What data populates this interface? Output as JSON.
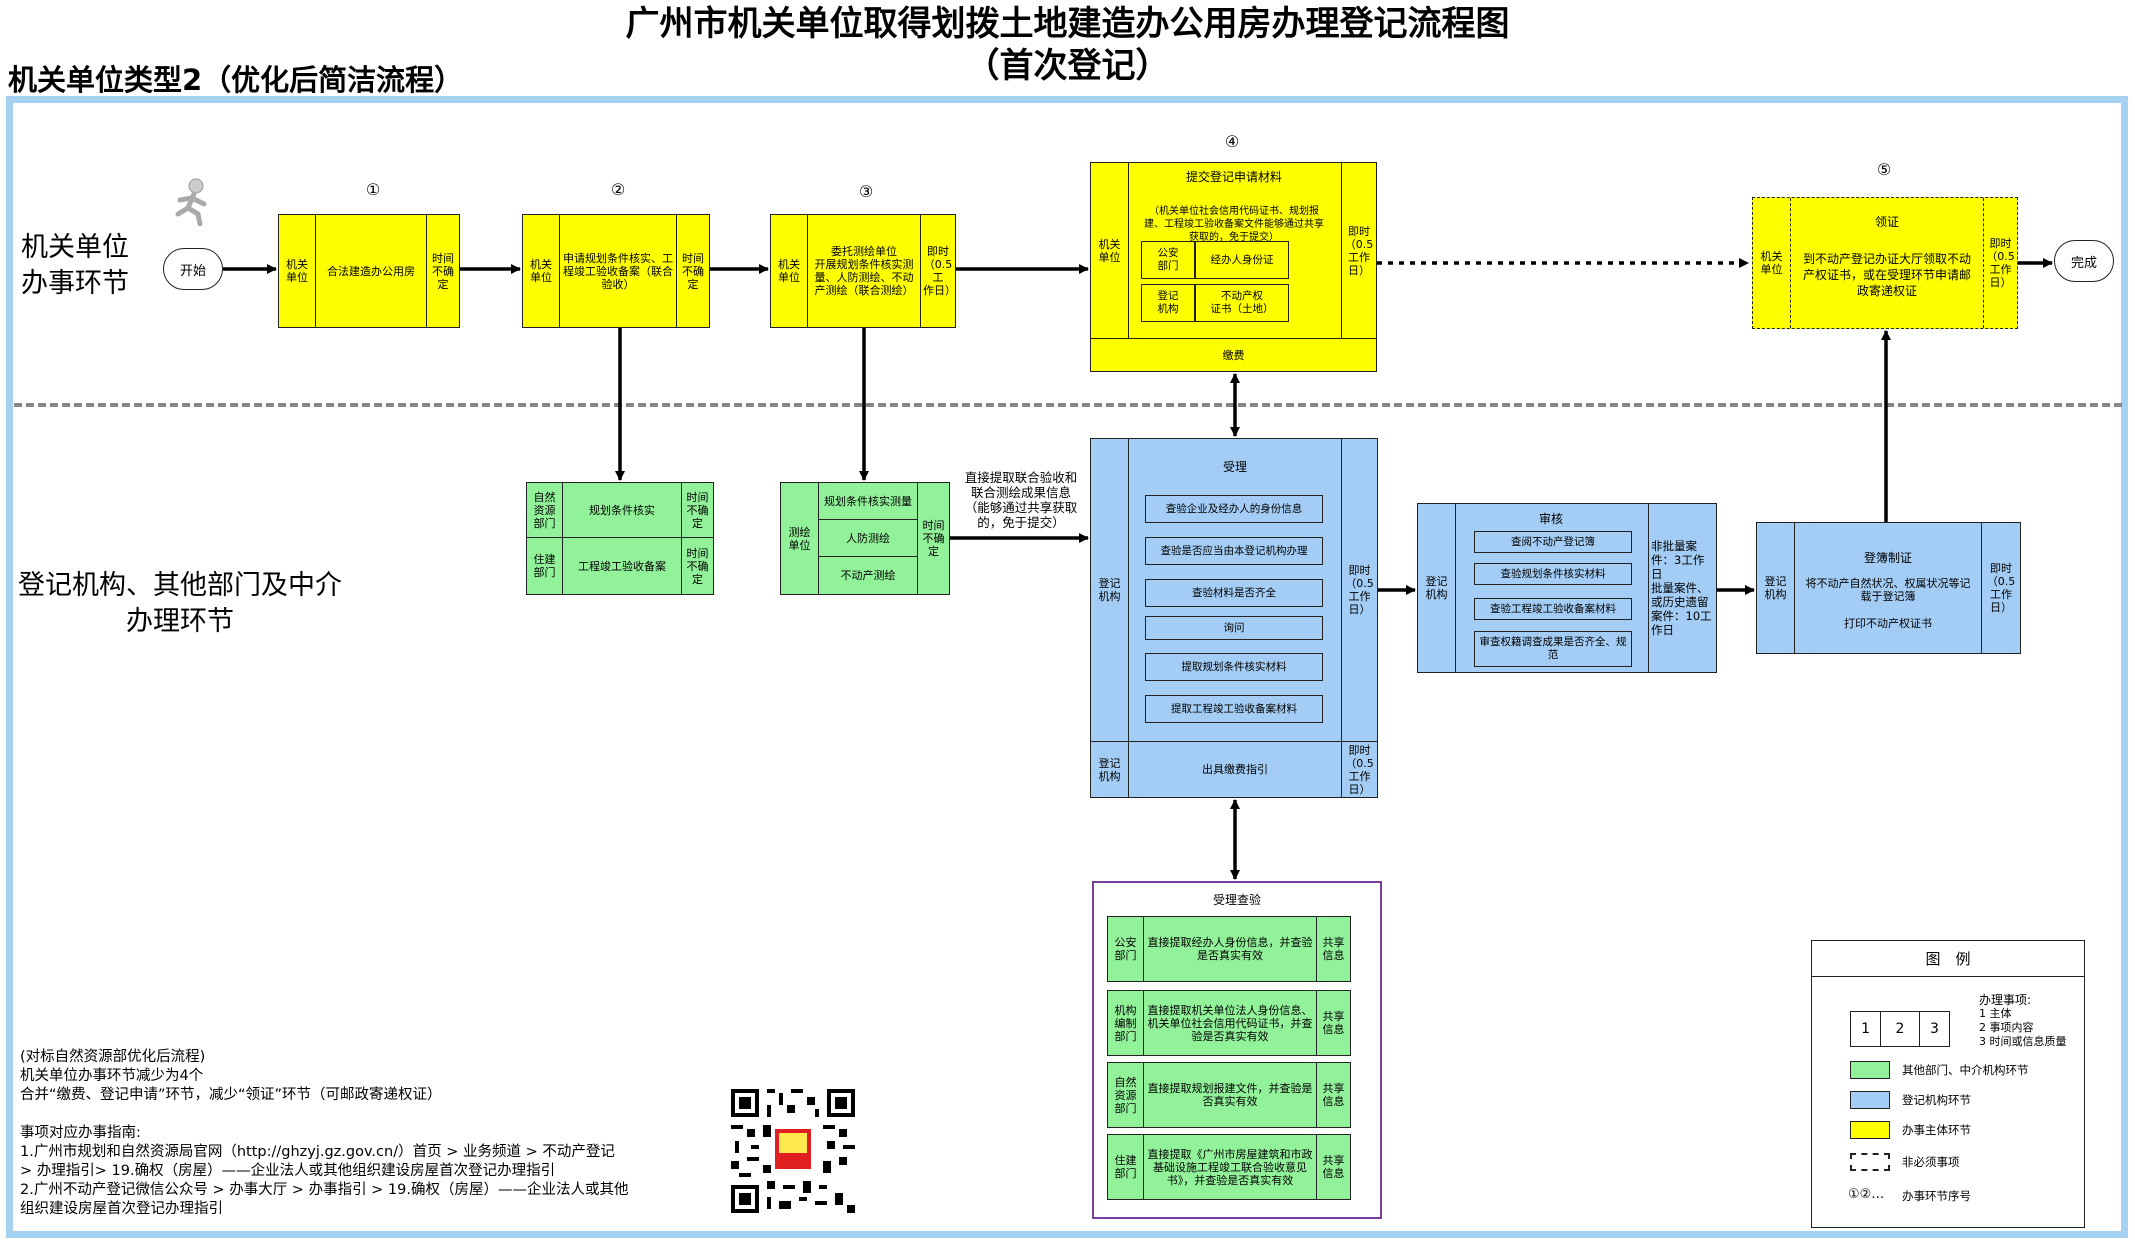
{
  "title": {
    "line1": "广州市机关单位取得划拨土地建造办公用房办理登记流程图",
    "line2": "（首次登记）"
  },
  "subtitle": "机关单位类型2（优化后简洁流程）",
  "lanes": {
    "top": "机关单位\n办事环节",
    "bottom": "登记机构、其他部门及中介\n办理环节"
  },
  "start": "开始",
  "end": "完成",
  "steps": {
    "s1": {
      "num": "①",
      "actor": "机关\n单位",
      "task": "合法建造办公用房",
      "time": "时间\n不确\n定"
    },
    "s2": {
      "num": "②",
      "actor": "机关\n单位",
      "task": "申请规划条件核实、工程竣工验收备案（联合验收）",
      "time": "时间\n不确\n定"
    },
    "s3": {
      "num": "③",
      "actor": "机关\n单位",
      "task": "委托测绘单位\n开展规划条件核实测量、人防测绘、不动产测绘（联合测绘）",
      "time": "即时\n（0.5工\n作日）"
    },
    "s4": {
      "num": "④",
      "actor": "机关\n单位",
      "head": "提交登记申请材料",
      "desc": "（机关单位社会信用代码证书、规划报建、工程竣工验收备案文件能够通过共享获取的，免于提交）",
      "items": [
        "公安\n部门",
        "经办人身份证",
        "登记\n机构",
        "不动产权\n证书（土地）"
      ],
      "fee": "缴费",
      "time": "即时\n（0.5\n工作\n日）"
    },
    "s5": {
      "num": "⑤",
      "actor": "机关\n单位",
      "head": "领证",
      "task": "到不动产登记办证大厅领取不动产权证书，或在受理环节申请邮政寄递权证",
      "time": "即时\n（0.5\n工作\n日）"
    }
  },
  "verify1": {
    "rows": [
      {
        "dept": "自然\n资源\n部门",
        "task": "规划条件核实",
        "time": "时间\n不确\n定"
      },
      {
        "dept": "住建\n部门",
        "task": "工程竣工验收备案",
        "time": "时间\n不确\n定"
      }
    ]
  },
  "verify2": {
    "actor": "测绘\n单位",
    "items": [
      "规划条件核实测量",
      "人防测绘",
      "不动产测绘"
    ],
    "time": "时间\n不确\n定"
  },
  "share_note": "直接提取联合验收和\n联合测绘成果信息\n（能够通过共享获取\n的，免于提交）",
  "accept": {
    "actor": "登记\n机构",
    "head": "受理",
    "items": [
      "查验企业及经办人的身份信息",
      "查验是否应当由本登记机构办理",
      "查验材料是否齐全",
      "询问",
      "提取规划条件核实材料",
      "提取工程竣工验收备案材料"
    ],
    "time": "即时\n（0.5\n工作\n日）",
    "actor2": "登记\n机构",
    "fee": "出具缴费指引",
    "time2": "即时\n（0.5\n工作\n日）"
  },
  "review": {
    "actor": "登记\n机构",
    "head": "审核",
    "items": [
      "查阅不动产登记簿",
      "查验规划条件核实材料",
      "查验工程竣工验收备案材料",
      "审查权籍调查成果是否齐全、规范"
    ],
    "time": "非批量案件：3工作日\n批量案件、或历史遗留案件：10工作日"
  },
  "register": {
    "actor": "登记\n机构",
    "head": "登簿制证",
    "task": "将不动产自然状况、权属状况等记载于登记簿",
    "print": "打印不动产权证书",
    "time": "即时\n（0.5\n工作\n日）"
  },
  "check": {
    "head": "受理查验",
    "rows": [
      {
        "dept": "公安\n部门",
        "task": "直接提取经办人身份信息，并查验是否真实有效",
        "share": "共享\n信息"
      },
      {
        "dept": "机构\n编制\n部门",
        "task": "直接提取机关单位法人身份信息、机关单位社会信用代码证书，并查验是否真实有效",
        "share": "共享\n信息"
      },
      {
        "dept": "自然\n资源\n部门",
        "task": "直接提取规划报建文件，并查验是否真实有效",
        "share": "共享\n信息"
      },
      {
        "dept": "住建\n部门",
        "task": "直接提取《广州市房屋建筑和市政基础设施工程竣工联合验收意见书》，并查验是否真实有效",
        "share": "共享\n信息"
      }
    ]
  },
  "notes": [
    "(对标自然资源部优化后流程)",
    "机关单位办事环节减少为4个",
    "合并“缴费、登记申请”环节，减少“领证”环节（可邮政寄递权证）",
    "",
    "事项对应办事指南:",
    "1.广州市规划和自然资源局官网（http://ghzyj.gz.gov.cn/）首页 > 业务频道 > 不动产登记",
    "> 办理指引> 19.确权（房屋）——企业法人或其他组织建设房屋首次登记办理指引",
    "2.广州不动产登记微信公众号 > 办事大厅 > 办事指引 > 19.确权（房屋）——企业法人或其他",
    "组织建设房屋首次登记办理指引"
  ],
  "legend": {
    "title": "图　例",
    "matters": "办理事项:",
    "matter_items": [
      "1 主体",
      "2 事项内容",
      "3 时间或信息质量"
    ],
    "cells": [
      "1",
      "2",
      "3"
    ],
    "green": "其他部门、中介机构环节",
    "blue": "登记机构环节",
    "yellow": "办事主体环节",
    "dashed": "非必须事项",
    "seq_sym": "①②…",
    "seq": "办事环节序号"
  },
  "colors": {
    "yellow": "#ffff00",
    "green": "#92f29a",
    "blue": "#a3cdf5",
    "frame": "#a6d2f2",
    "purple": "#7a3e9c"
  }
}
